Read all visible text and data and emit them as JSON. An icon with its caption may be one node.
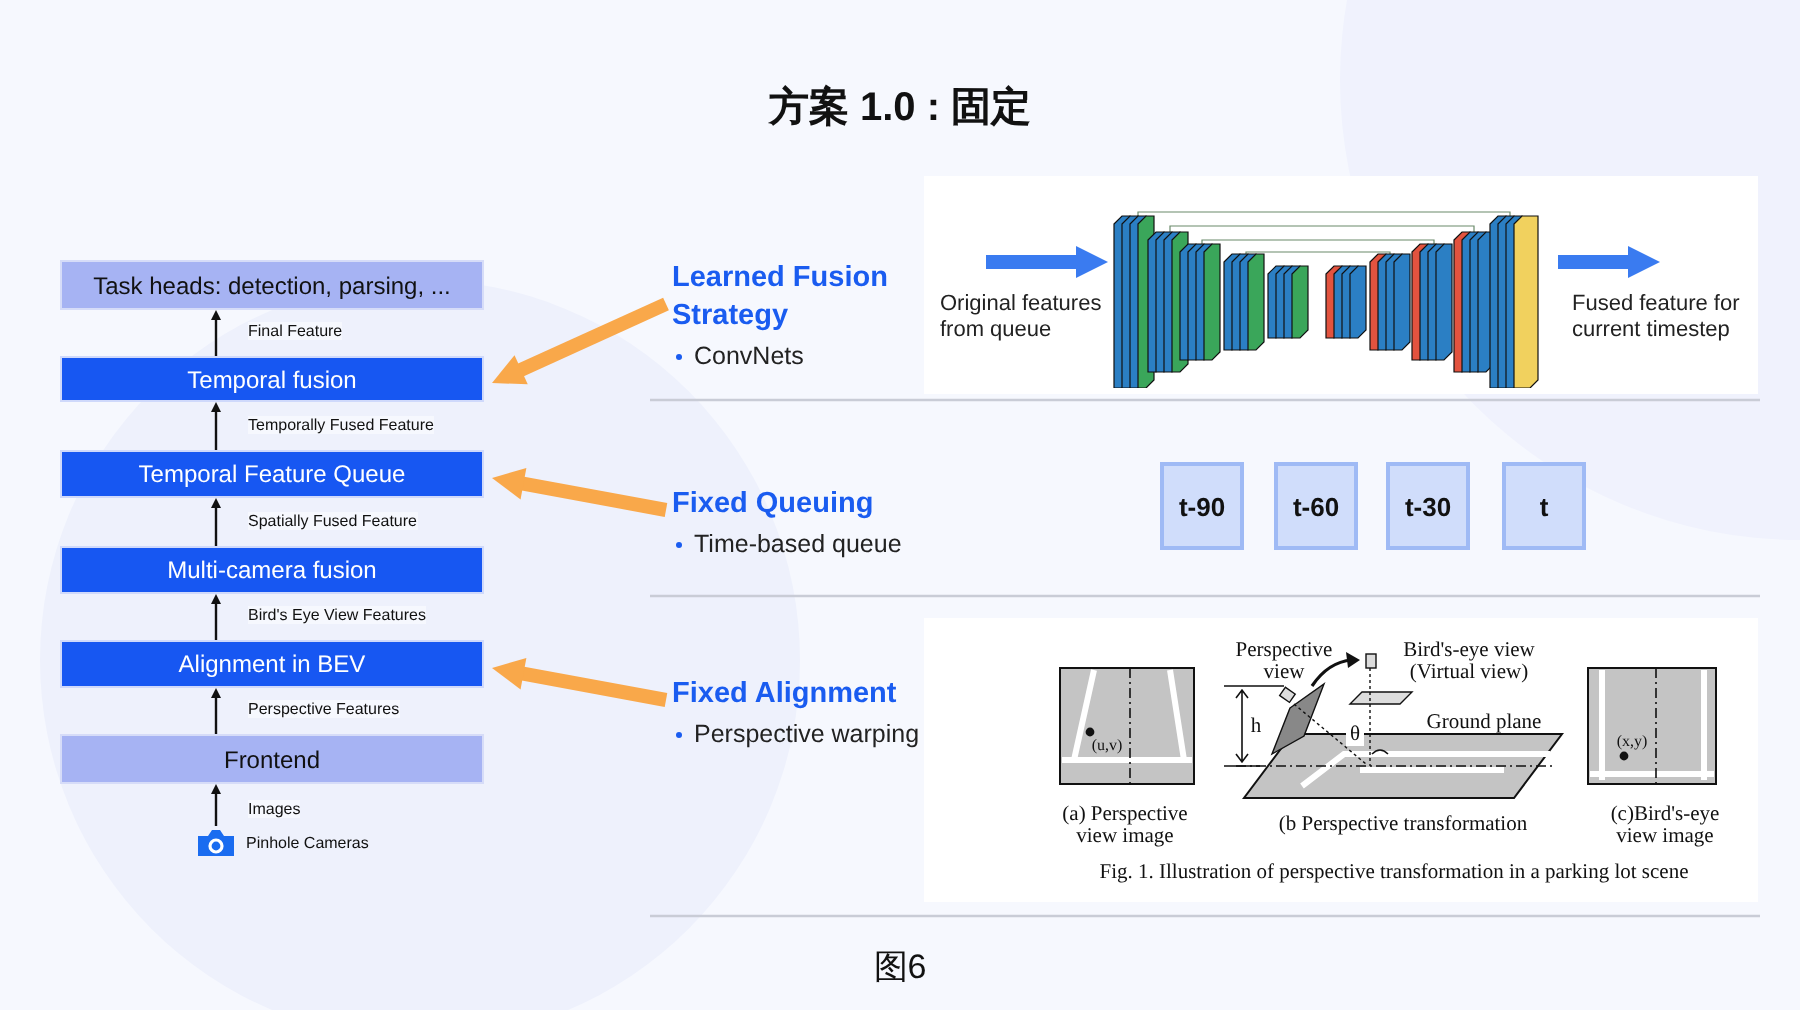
{
  "diagram": {
    "title": "方案 1.0 : 固定",
    "caption": "图6",
    "nodes": [
      {
        "text": [
          "Task heads: detection, parsing, ..."
        ]
      },
      {
        "text": [
          "Temporal fusion"
        ]
      },
      {
        "text": [
          "Temporal Feature Queue"
        ]
      },
      {
        "text": [
          "Multi-camera fusion"
        ]
      },
      {
        "text": [
          "Alignment in BEV"
        ]
      },
      {
        "text": [
          "Frontend"
        ]
      },
      {
        "text": [
          "Pinhole Cameras"
        ]
      },
      {
        "text": [
          "Learned Fusion Strategy",
          "ConvNets"
        ]
      },
      {
        "text": [],
        "shape": "picture"
      },
      {
        "text": [
          "Fixed Queuing",
          "Time-based queue"
        ]
      },
      {
        "text": [
          "t-90"
        ]
      },
      {
        "text": [
          "t-60"
        ]
      },
      {
        "text": [
          "t-30"
        ]
      },
      {
        "text": [
          "t"
        ]
      },
      {
        "text": [
          "Fixed Alignment",
          "Perspective warping"
        ]
      },
      {
        "text": [
          "Original features from queue"
        ]
      },
      {
        "text": [
          "Fused feature for current timestep"
        ]
      }
    ],
    "edges": [
      {
        "from": 6,
        "to": 5,
        "arrow": "to",
        "label": "Images"
      },
      {
        "from": 5,
        "to": 4,
        "arrow": "to",
        "label": "Perspective Features"
      },
      {
        "from": 4,
        "to": 3,
        "arrow": "to",
        "label": "Bird's Eye View Features"
      },
      {
        "from": 3,
        "to": 2,
        "arrow": "to",
        "label": "Spatially Fused Feature"
      },
      {
        "from": 2,
        "to": 1,
        "arrow": "to",
        "label": "Temporally Fused Feature"
      },
      {
        "from": 1,
        "to": 0,
        "arrow": "to",
        "label": "Final Feature"
      },
      {
        "from": 7,
        "to": 1,
        "arrow": "to",
        "style": "thick",
        "color": "#f9a84a"
      },
      {
        "from": 9,
        "to": 2,
        "arrow": "to",
        "style": "thick",
        "color": "#f9a84a"
      },
      {
        "from": 14,
        "to": 4,
        "arrow": "to",
        "style": "thick",
        "color": "#f9a84a"
      },
      {
        "from": 15,
        "to": 8,
        "arrow": "to",
        "style": "thick",
        "color": "#3a7bf0"
      },
      {
        "from": 8,
        "to": 16,
        "arrow": "to",
        "style": "thick",
        "color": "#3a7bf0"
      }
    ],
    "labels": [
      "Perspective view",
      "Bird's-eye view (Virtual view)",
      "h",
      "θ",
      "Ground plane",
      "(u,v)",
      "(x,y)",
      "(a) Perspective view image",
      "(b Perspective transformation",
      "(c)Bird's-eye view image",
      "Fig. 1. Illustration of perspective transformation in a parking lot scene"
    ]
  }
}
